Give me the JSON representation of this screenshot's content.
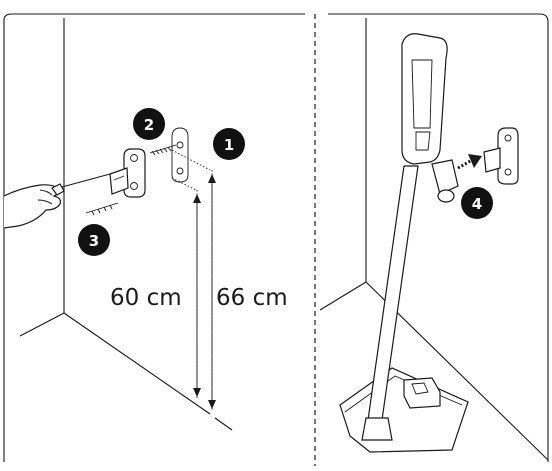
{
  "steps": {
    "step1": "1",
    "step2": "2",
    "step3": "3",
    "step4": "4"
  },
  "measurements": {
    "inner_height": "60 cm",
    "outer_height": "66 cm"
  }
}
